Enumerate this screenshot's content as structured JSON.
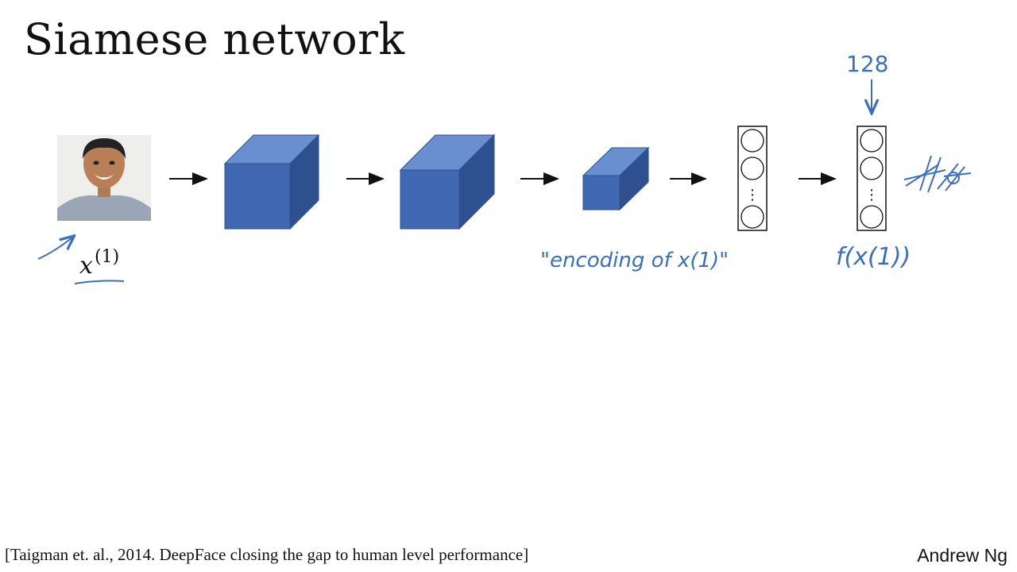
{
  "slide": {
    "title": "Siamese network",
    "citation": "[Taigman et. al., 2014. DeepFace closing the gap to human level performance]",
    "author": "Andrew Ng"
  },
  "diagram": {
    "input_label_main": "x",
    "input_label_sup": "(1)",
    "annotations": {
      "encoding": "\"encoding of x(1)\"",
      "function": "f(x(1))",
      "dimension": "128"
    },
    "vector_ellipsis": "⋮",
    "colors": {
      "cube_front": "#4169b3",
      "cube_top": "#6a8fd0",
      "cube_side": "#2f508f",
      "handwriting": "#3a6fbf"
    },
    "icons": [
      "face-photo",
      "arrow-right",
      "conv-volume-cube",
      "fc-vector",
      "arrow-down"
    ]
  }
}
